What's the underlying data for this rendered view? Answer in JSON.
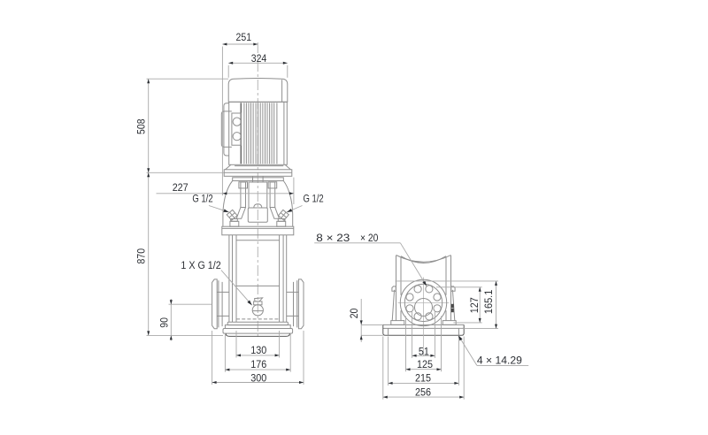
{
  "drawing": {
    "kind": "technical dimensional drawing of a vertical multistage centrifugal pump",
    "front_view": {
      "dims": {
        "width_top": "251",
        "motor_width": "324",
        "motor_height": "508",
        "stool_width": "227",
        "gauge_port_left": "G 1/2",
        "gauge_port_right": "G 1/2",
        "pump_height": "870",
        "drain_plug": "1 X G 1/2",
        "port_centerline_height": "90",
        "foot_inner_width": "130",
        "foot_width": "176",
        "port_to_port_width": "300"
      }
    },
    "side_view": {
      "dims": {
        "flange_holes_a": "8 × 23",
        "flange_holes_b": "× 20",
        "baseplate_thickness": "20",
        "flange_height_inner": "127",
        "flange_height_outer": "165.1",
        "base_width_1": "51",
        "base_width_2": "125",
        "base_width_3": "215",
        "base_width_4": "256",
        "anchor_holes": "4 × 14.29"
      }
    },
    "colors": {
      "background": "#ffffff",
      "outline": "#8f8f8f",
      "dimension_lines": "#a8a8a8",
      "text": "#2b2e33",
      "dark_accent": "#555555"
    }
  }
}
